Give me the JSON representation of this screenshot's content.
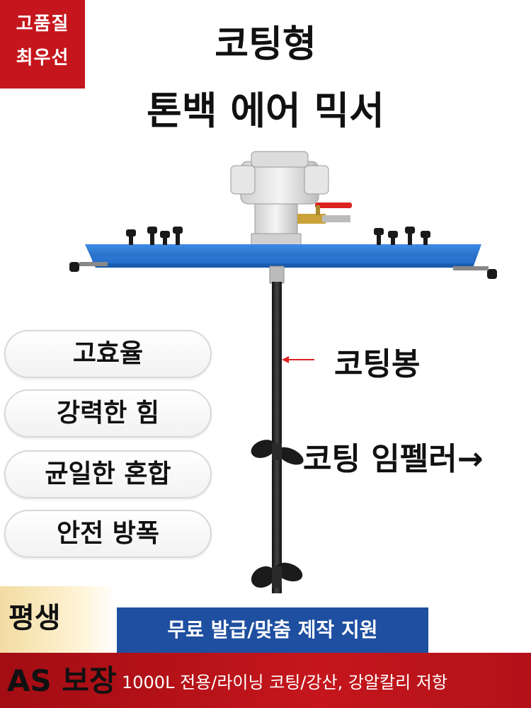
{
  "badge": {
    "line1": "고품질",
    "line2": "최우선"
  },
  "title": {
    "line1": "코팅형",
    "line2": "톤백 에어 믹서"
  },
  "features": [
    "고효율",
    "강력한 힘",
    "균일한 혼합",
    "안전 방폭"
  ],
  "callouts": {
    "rod": "코팅봉",
    "impeller": "코팅 임펠러→"
  },
  "bottom": {
    "guarantee_top": "평생",
    "guarantee_bottom": "AS 보장",
    "support": "무료 발급/맞춤 제작 지원",
    "spec": "1000L 전용/라이닝 코팅/강산, 강알칼리 저항"
  },
  "colors": {
    "badge_red": "#c4161c",
    "frame_blue": "#1e6fd0",
    "support_blue": "#1f4fa0",
    "arrow_red": "#e02020"
  },
  "icons": {
    "rod_arrow": "left-arrow-icon"
  }
}
